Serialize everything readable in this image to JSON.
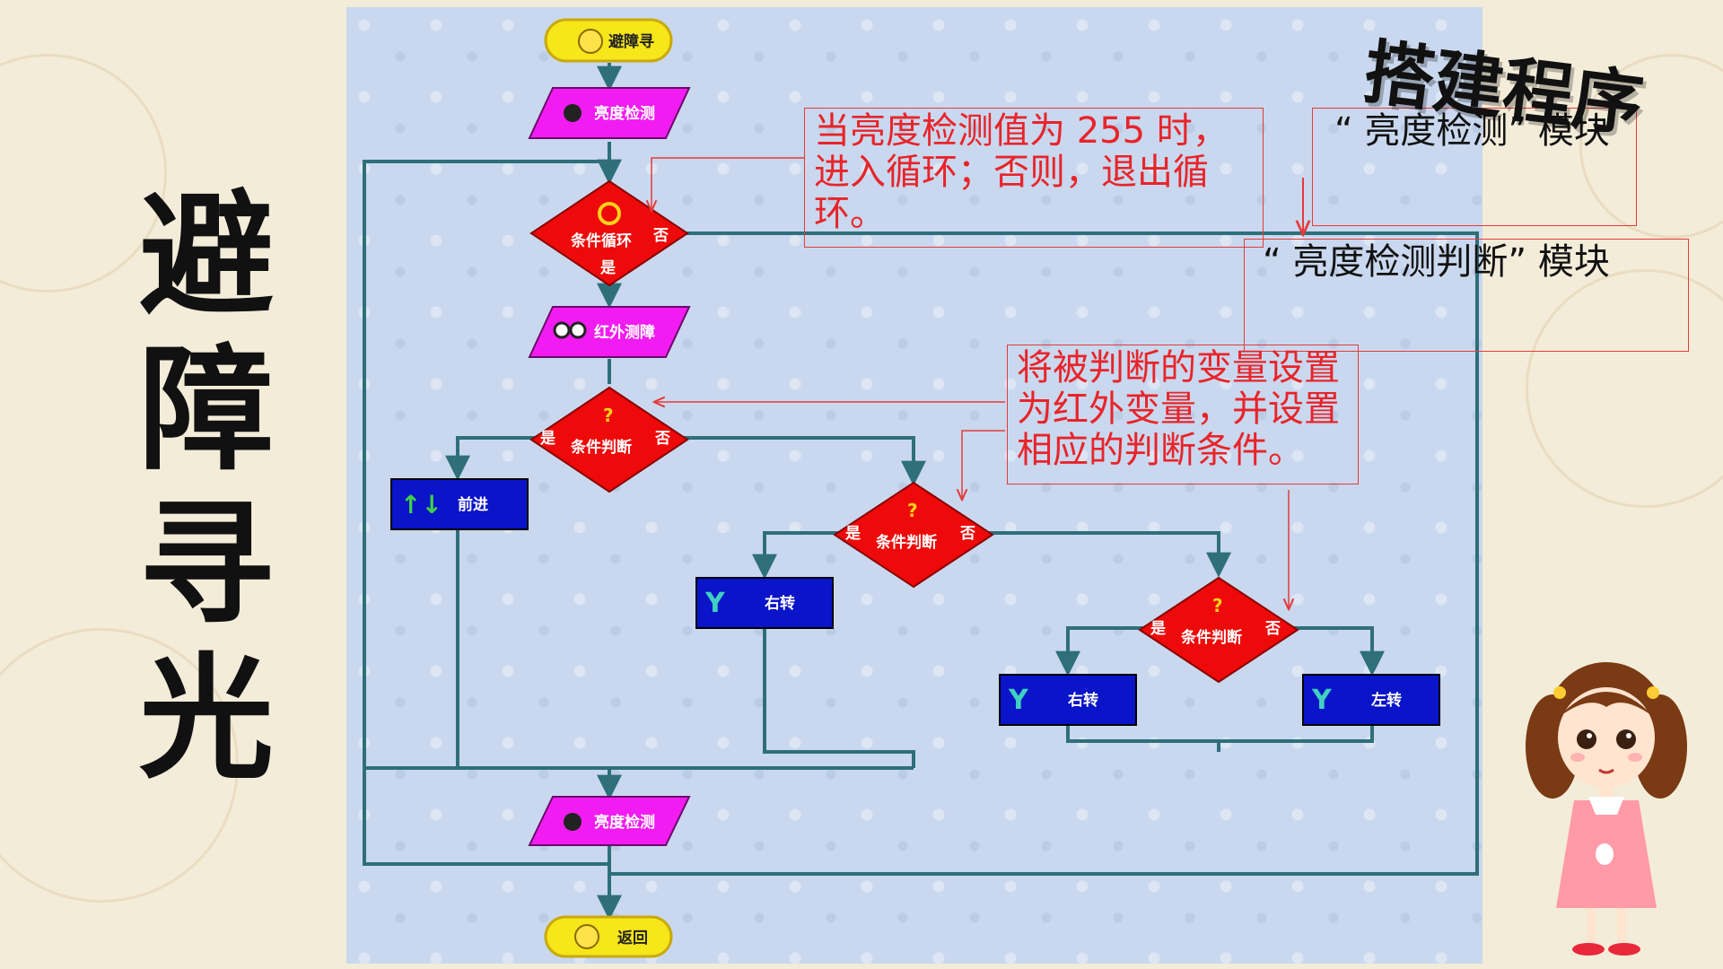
{
  "side_title": [
    "避",
    "障",
    "寻",
    "光"
  ],
  "heading": "搭建程序",
  "notes": {
    "loop_condition": "当亮度检测值为 255 时，进入循环；否则，退出循环。",
    "brightness_module": "“ 亮度检测” 模块",
    "brightness_judge_module": "“ 亮度检测判断” 模块",
    "infrared_variable": "将被判断的变量设置为红外变量，并设置相应的判断条件。"
  },
  "flowchart": {
    "start_label": "避障寻",
    "brightness_top": "亮度检测",
    "loop": {
      "label": "条件循环",
      "yes": "是",
      "no": "否"
    },
    "infrared": "红外测障",
    "judge1": {
      "label": "条件判断",
      "yes": "是",
      "no": "否"
    },
    "forward": "前进",
    "judge2": {
      "label": "条件判断",
      "yes": "是",
      "no": "否"
    },
    "turn_right_1": "右转",
    "judge3": {
      "label": "条件判断",
      "yes": "是",
      "no": "否"
    },
    "turn_right_2": "右转",
    "turn_left": "左转",
    "brightness_bottom": "亮度检测",
    "return_label": "返回"
  },
  "colors": {
    "panel": "#c9d8ee",
    "magenta_block": "#f21cf2",
    "diamond": "#ee0a0a",
    "action_block": "#0a14c8",
    "connector": "#2e6f7a",
    "note_red": "#e8242a",
    "terminal": "#f6e61a"
  },
  "icons": {
    "start": "smiley-icon",
    "brightness": "eye-sensor-icon",
    "loop": "loop-arrow-icon",
    "infrared": "infrared-eyes-icon",
    "judge": "question-arrows-icon",
    "forward": "up-down-arrows-icon",
    "turn": "fork-turn-icon",
    "return": "smiley-icon"
  }
}
